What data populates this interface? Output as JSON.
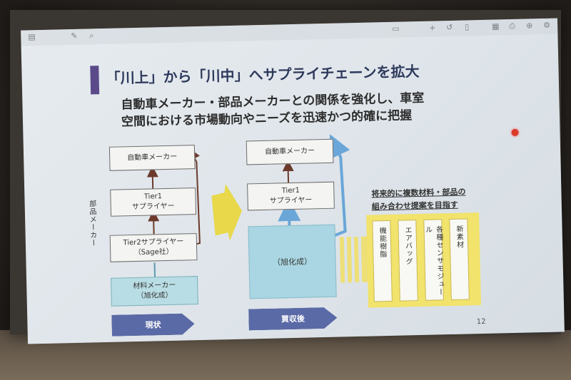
{
  "slide": {
    "title": "「川上」から「川中」へサプライチェーンを拡大",
    "subtitle_line1": "自動車メーカー・部品メーカーとの関係を強化し、車室",
    "subtitle_line2": "空間における市場動向やニーズを迅速かつ的確に把握",
    "page_number": "12"
  },
  "current": {
    "automaker": "自動車メーカー",
    "tier1_line1": "Tier1",
    "tier1_line2": "サプライヤー",
    "tier2_line1": "Tier2サプライヤー",
    "tier2_line2": "（Sage社）",
    "material_line1": "材料メーカー",
    "material_line2": "（旭化成）",
    "side_label": "部品メーカー",
    "stage_label": "現状"
  },
  "after": {
    "automaker": "自動車メーカー",
    "tier1_line1": "Tier1",
    "tier1_line2": "サプライヤー",
    "asahi": "（旭化成）",
    "stage_label": "買収後"
  },
  "future": {
    "label_line1": "将来的に複数材料・部品の",
    "label_line2": "組み合わせ提案を目指す",
    "columns": [
      "機能樹脂",
      "エアバッグ",
      "各種センサモジュール",
      "新素材"
    ]
  },
  "colors": {
    "accent_purple": "#5a4a8a",
    "box_blue": "#b9dde4",
    "arrow_yellow": "#e8d84a",
    "stage_blue": "#5a6aa6",
    "pointer_red": "#d93a2a"
  }
}
